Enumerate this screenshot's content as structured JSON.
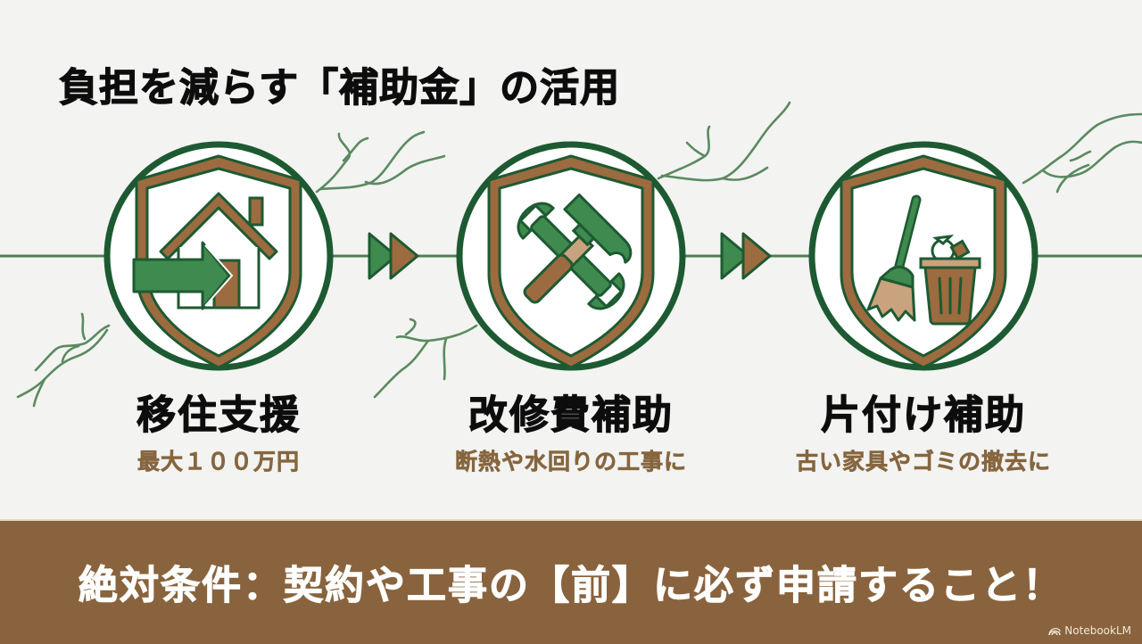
{
  "slide": {
    "title": "負担を減らす「補助金」の活用",
    "colors": {
      "background": "#f3f3f1",
      "dark_green": "#1d5a32",
      "mid_green": "#3f8a4e",
      "line_green": "#4f7f55",
      "brown": "#9c6b3f",
      "subtitle_brown": "#86663f",
      "banner": "#89633d"
    },
    "steps": [
      {
        "icon": "shield-house-arrow-icon",
        "title": "移住支援",
        "subtitle": "最大１００万円"
      },
      {
        "icon": "shield-hammer-wrench-icon",
        "title": "改修費補助",
        "subtitle": "断熱や水回りの工事に"
      },
      {
        "icon": "shield-broom-trash-icon",
        "title": "片付け補助",
        "subtitle": "古い家具やゴミの撤去に"
      }
    ],
    "connector_icon": "double-arrow-right-icon",
    "banner": {
      "text": "絶対条件：契約や工事の【前】に必ず申請すること！"
    },
    "watermark": {
      "text": "NotebookLM"
    }
  }
}
